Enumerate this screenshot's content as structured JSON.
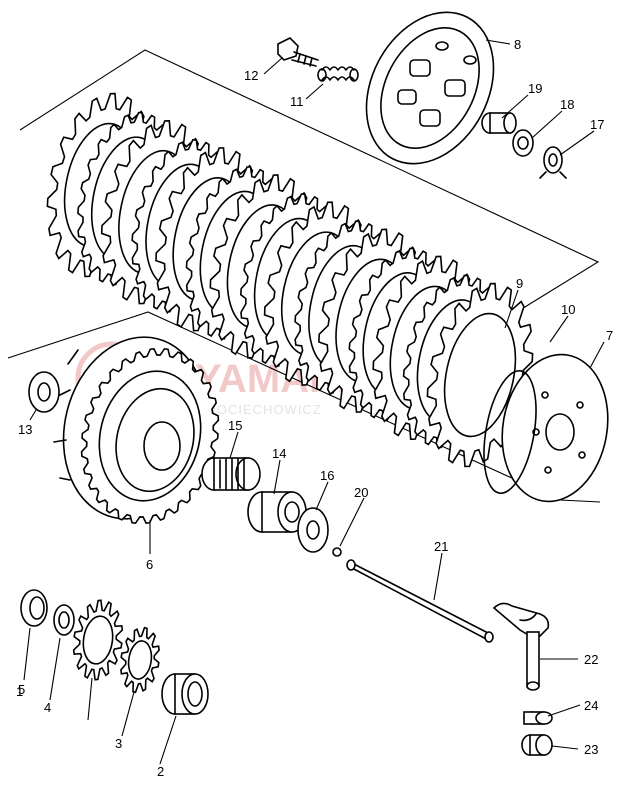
{
  "watermark": {
    "brand_text": "YAMAHA",
    "brand_suffix": "R",
    "subtitle_text": "MOCIECHOWICZ",
    "subtitle_suffix": "YA"
  },
  "callouts": [
    {
      "id": "1",
      "text": "1"
    },
    {
      "id": "2",
      "text": "2"
    },
    {
      "id": "3",
      "text": "3"
    },
    {
      "id": "4",
      "text": "4"
    },
    {
      "id": "5",
      "text": "5"
    },
    {
      "id": "6",
      "text": "6"
    },
    {
      "id": "7",
      "text": "7"
    },
    {
      "id": "8",
      "text": "8"
    },
    {
      "id": "9",
      "text": "9"
    },
    {
      "id": "10",
      "text": "10"
    },
    {
      "id": "11",
      "text": "11"
    },
    {
      "id": "12",
      "text": "12"
    },
    {
      "id": "13",
      "text": "13"
    },
    {
      "id": "14",
      "text": "14"
    },
    {
      "id": "15",
      "text": "15"
    },
    {
      "id": "16",
      "text": "16"
    },
    {
      "id": "17",
      "text": "17"
    },
    {
      "id": "18",
      "text": "18"
    },
    {
      "id": "19",
      "text": "19"
    },
    {
      "id": "20",
      "text": "20"
    },
    {
      "id": "21",
      "text": "21"
    },
    {
      "id": "22",
      "text": "22"
    },
    {
      "id": "23",
      "text": "23"
    },
    {
      "id": "24",
      "text": "24"
    }
  ]
}
